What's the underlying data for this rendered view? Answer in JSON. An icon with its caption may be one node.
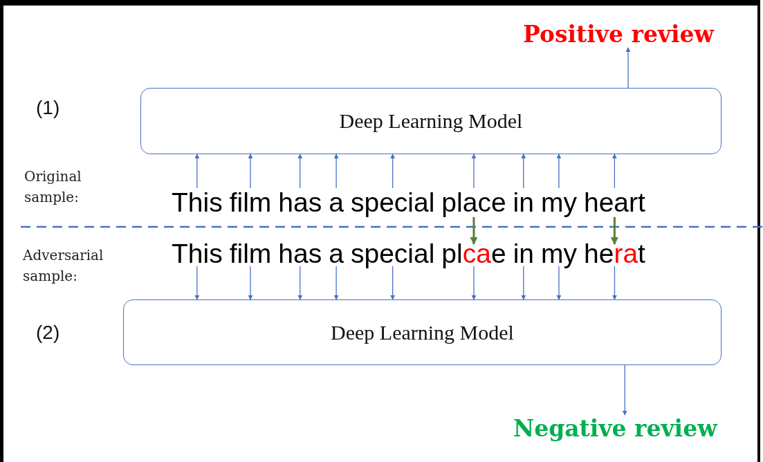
{
  "diagram": {
    "nodes": [
      {
        "text": [
          "Positive review"
        ]
      },
      {
        "text": [
          "Deep Learning Model"
        ]
      },
      {
        "text": [
          "This"
        ]
      },
      {
        "text": [
          "film"
        ]
      },
      {
        "text": [
          "has"
        ]
      },
      {
        "text": [
          "a"
        ]
      },
      {
        "text": [
          "special"
        ]
      },
      {
        "text": [
          "place"
        ]
      },
      {
        "text": [
          "in"
        ]
      },
      {
        "text": [
          "my"
        ]
      },
      {
        "text": [
          "heart"
        ]
      },
      {
        "text": [
          "This"
        ]
      },
      {
        "text": [
          "film"
        ]
      },
      {
        "text": [
          "has"
        ]
      },
      {
        "text": [
          "a"
        ]
      },
      {
        "text": [
          "special"
        ]
      },
      {
        "text": [
          "plcae"
        ]
      },
      {
        "text": [
          "in"
        ]
      },
      {
        "text": [
          "my"
        ]
      },
      {
        "text": [
          "herat"
        ]
      },
      {
        "text": [
          "Deep Learning Model"
        ]
      },
      {
        "text": [
          "Negative review"
        ]
      }
    ],
    "edges": [
      {
        "from": 2,
        "to": 1,
        "arrow": "to"
      },
      {
        "from": 3,
        "to": 1,
        "arrow": "to"
      },
      {
        "from": 4,
        "to": 1,
        "arrow": "to"
      },
      {
        "from": 5,
        "to": 1,
        "arrow": "to"
      },
      {
        "from": 6,
        "to": 1,
        "arrow": "to"
      },
      {
        "from": 7,
        "to": 1,
        "arrow": "to"
      },
      {
        "from": 8,
        "to": 1,
        "arrow": "to"
      },
      {
        "from": 9,
        "to": 1,
        "arrow": "to"
      },
      {
        "from": 10,
        "to": 1,
        "arrow": "to"
      },
      {
        "from": 1,
        "to": 0,
        "arrow": "to"
      },
      {
        "from": 7,
        "to": 16,
        "arrow": "to",
        "style": "thick",
        "color": "#548235"
      },
      {
        "from": 10,
        "to": 19,
        "arrow": "to",
        "style": "thick",
        "color": "#548235"
      },
      {
        "from": 11,
        "to": 20,
        "arrow": "to"
      },
      {
        "from": 12,
        "to": 20,
        "arrow": "to"
      },
      {
        "from": 13,
        "to": 20,
        "arrow": "to"
      },
      {
        "from": 14,
        "to": 20,
        "arrow": "to"
      },
      {
        "from": 15,
        "to": 20,
        "arrow": "to"
      },
      {
        "from": 16,
        "to": 20,
        "arrow": "to"
      },
      {
        "from": 17,
        "to": 20,
        "arrow": "to"
      },
      {
        "from": 18,
        "to": 20,
        "arrow": "to"
      },
      {
        "from": 19,
        "to": 20,
        "arrow": "to"
      },
      {
        "from": 20,
        "to": 21,
        "arrow": "to"
      }
    ],
    "labels": [
      "(1)",
      "Original sample:",
      "Adversarial sample:",
      "(2)"
    ]
  }
}
